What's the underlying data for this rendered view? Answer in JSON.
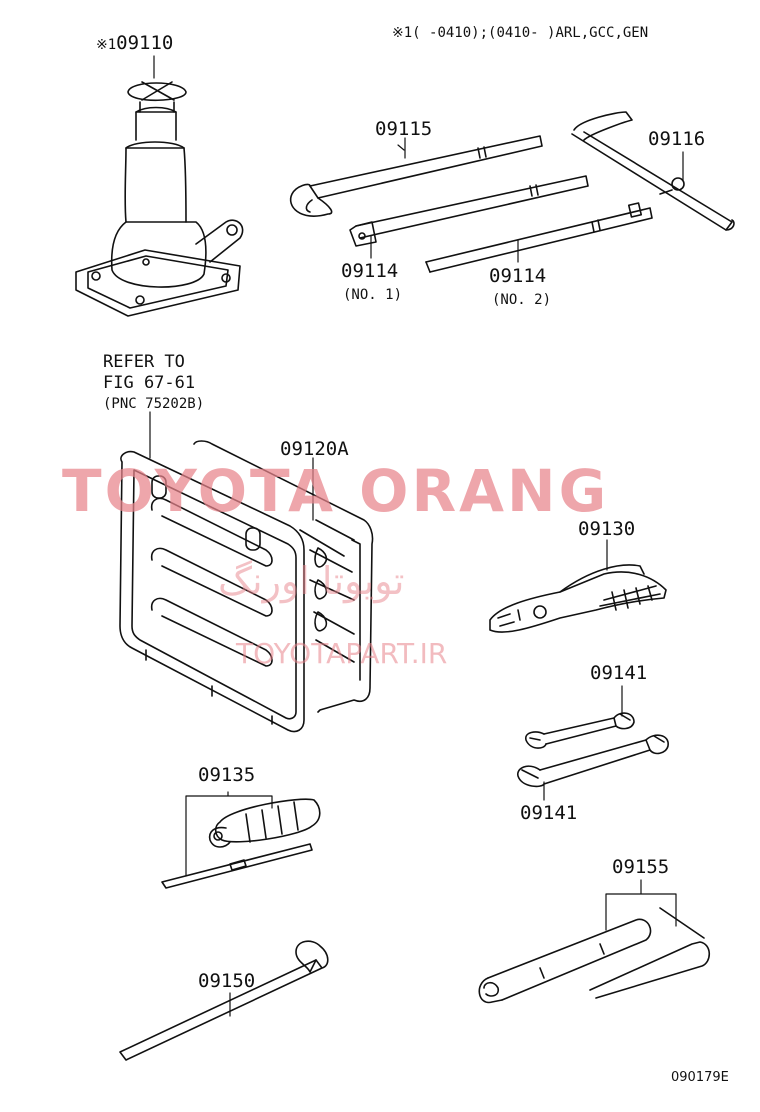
{
  "header_note": "※1(    -0410);(0410-    )ARL,GCC,GEN",
  "parts": {
    "jack": {
      "marker": "※1",
      "number": "09110"
    },
    "jack_handle_extension": {
      "number": "09115"
    },
    "jack_handle": {
      "number": "09116"
    },
    "handle_no1": {
      "number": "09114",
      "sub": "(NO. 1)"
    },
    "handle_no2": {
      "number": "09114",
      "sub": "(NO. 2)"
    },
    "tool_bag": {
      "number": "09120A"
    },
    "pliers": {
      "number": "09130"
    },
    "wrench_upper": {
      "number": "09141"
    },
    "wrench_lower": {
      "number": "09141"
    },
    "screwdriver": {
      "number": "09135"
    },
    "wheel_nut_wrench": {
      "number": "09150"
    },
    "plug_wrench": {
      "number": "09155"
    }
  },
  "reference": {
    "line1": "REFER TO",
    "line2": "FIG 67-61",
    "line3": "(PNC 75202B)"
  },
  "watermark": {
    "title": "TOYOTA ORANG",
    "arabic": "تویوتا اورنگ",
    "site": "TOYOTAPART.IR",
    "color": "#e8848c"
  },
  "figure_code": "090179E"
}
